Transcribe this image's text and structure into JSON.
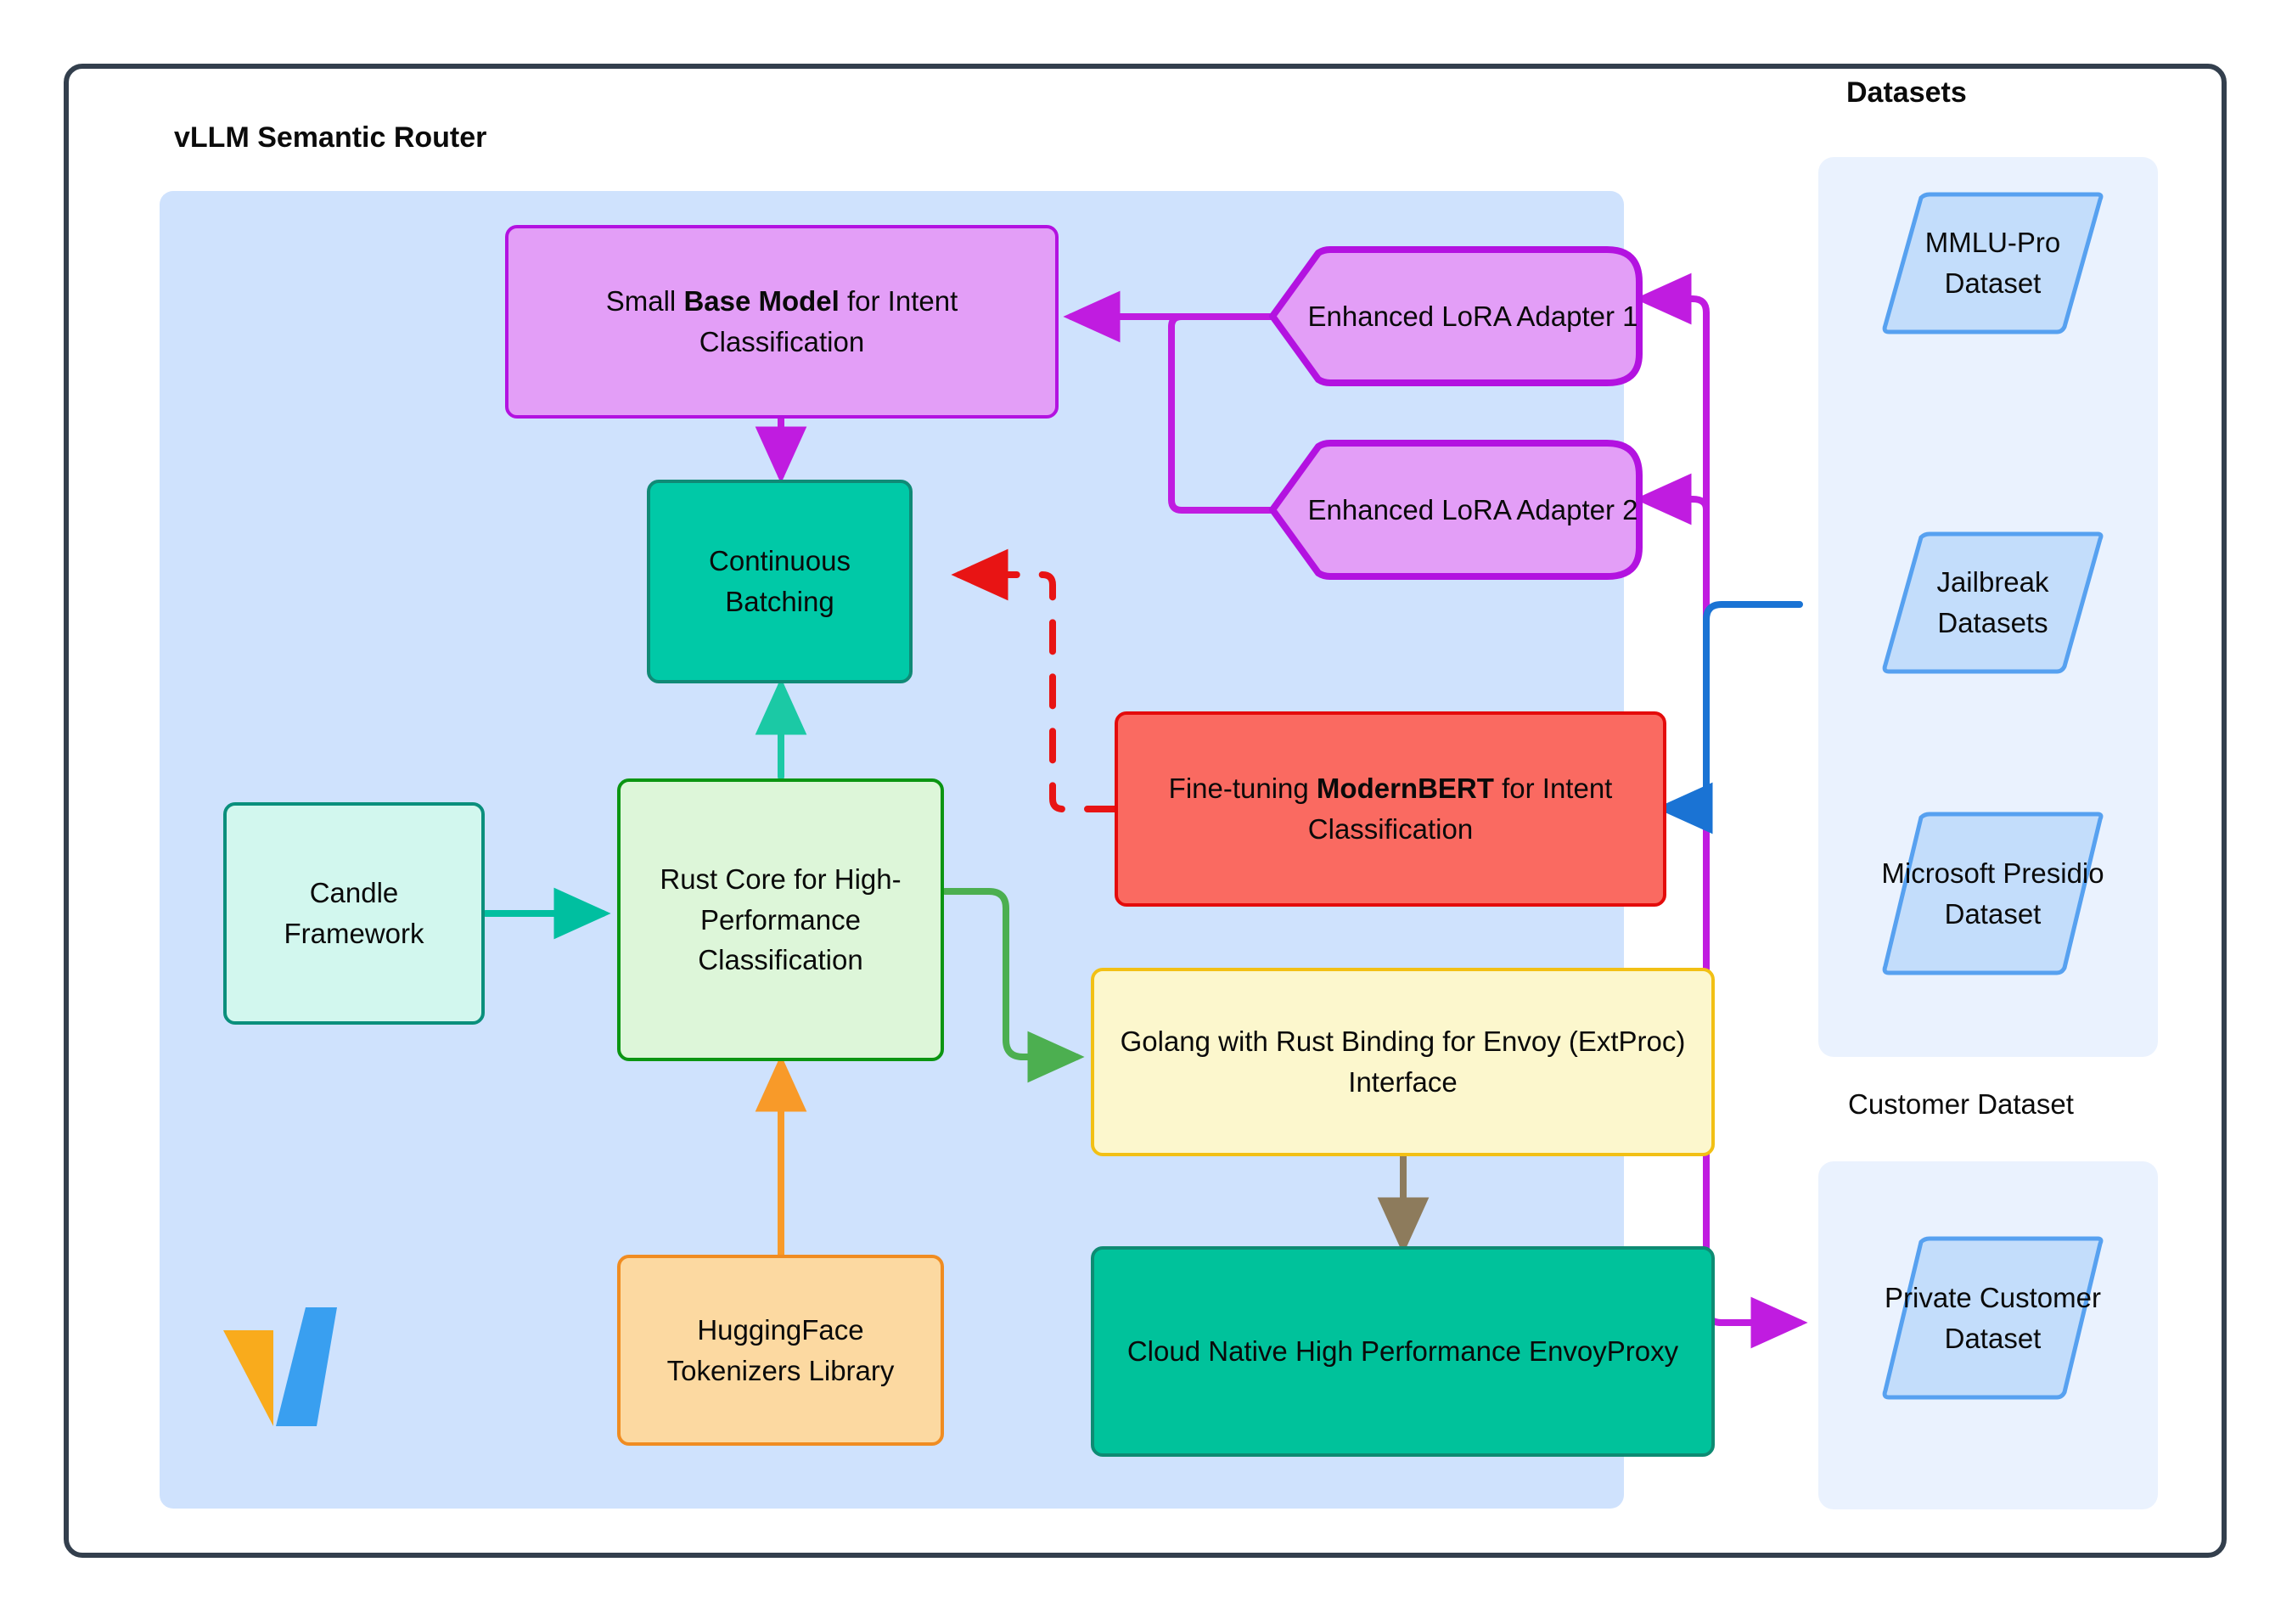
{
  "diagram": {
    "type": "architecture-flowchart",
    "outer_border_color": "#333f4d",
    "router_group": {
      "title": "vLLM Semantic Router",
      "background": "#cfe2fd"
    },
    "datasets_group": {
      "title": "Datasets",
      "background": "#eaf2fe"
    },
    "customer_group": {
      "title": "Customer Dataset",
      "background": "#eaf2fe"
    }
  },
  "nodes": {
    "base_model": {
      "text_before": "Small ",
      "text_bold": "Base Model",
      "text_after": " for Intent Classification",
      "fill": "#e39ef7",
      "stroke": "#b312e0"
    },
    "lora_1": {
      "label": "Enhanced LoRA Adapter 1",
      "fill": "#e39ef7",
      "stroke": "#b312e0"
    },
    "lora_2": {
      "label": "Enhanced LoRA Adapter 2",
      "fill": "#e39ef7",
      "stroke": "#b312e0"
    },
    "continuous_batching": {
      "label": "Continuous Batching",
      "fill": "#00c9a7",
      "stroke": "#108a76"
    },
    "candle_framework": {
      "label": "Candle Framework",
      "fill": "#d2f7ee",
      "stroke": "#0a8f7c"
    },
    "rust_core": {
      "label": "Rust Core for High-Performance Classification",
      "fill": "#ddf6d9",
      "stroke": "#0b9512"
    },
    "huggingface_tokenizers": {
      "label": "HuggingFace Tokenizers Library",
      "fill": "#fcd9a1",
      "stroke": "#f08c21"
    },
    "modernbert": {
      "text_before": "Fine-tuning ",
      "text_bold": "ModernBERT",
      "text_after": " for Intent Classification",
      "fill": "#fa6a61",
      "stroke": "#e40b0b"
    },
    "golang_extproc": {
      "label": "Golang with Rust Binding for Envoy (ExtProc) Interface",
      "fill": "#fcf7cd",
      "stroke": "#f2c014"
    },
    "envoy_proxy": {
      "label": "Cloud Native High Performance EnvoyProxy",
      "fill": "#00c29b",
      "stroke": "#0e8b73"
    }
  },
  "datasets": {
    "fill": "#c3ddfb",
    "stroke": "#57a1f0",
    "items": [
      {
        "label": "MMLU-Pro Dataset"
      },
      {
        "label": "Jailbreak Datasets"
      },
      {
        "label": "Microsoft Presidio Dataset"
      }
    ],
    "customer_items": [
      {
        "label": "Private Customer Dataset"
      }
    ]
  },
  "edges": [
    {
      "from": "lora_1",
      "to": "base_model",
      "color": "#c01ce0",
      "style": "solid"
    },
    {
      "from": "lora_2",
      "to": "base_model",
      "color": "#c01ce0",
      "style": "solid"
    },
    {
      "from": "base_model",
      "to": "continuous_batching",
      "color": "#c01ce0",
      "style": "solid"
    },
    {
      "from": "modernbert",
      "to": "continuous_batching",
      "color": "#e81414",
      "style": "dashed"
    },
    {
      "from": "candle_framework",
      "to": "rust_core",
      "color": "#00bfa0",
      "style": "solid"
    },
    {
      "from": "rust_core",
      "to": "continuous_batching",
      "color": "#1bc9a5",
      "style": "solid"
    },
    {
      "from": "huggingface_tokenizers",
      "to": "rust_core",
      "color": "#f89a29",
      "style": "solid"
    },
    {
      "from": "rust_core",
      "to": "golang_extproc",
      "color": "#4caf50",
      "style": "solid"
    },
    {
      "from": "golang_extproc",
      "to": "envoy_proxy",
      "color": "#8d7b5c",
      "style": "solid"
    },
    {
      "from": "jailbreak_datasets",
      "to": "modernbert",
      "color": "#1a73d4",
      "style": "solid"
    },
    {
      "from": "datasets",
      "to": "lora_1",
      "color": "#c01ce0",
      "style": "solid"
    },
    {
      "from": "datasets",
      "to": "lora_2",
      "color": "#c01ce0",
      "style": "solid"
    },
    {
      "from": "envoy_proxy",
      "to": "private_customer_dataset",
      "color": "#c01ce0",
      "style": "solid"
    }
  ],
  "logo": {
    "name": "vllm-logo",
    "left_color": "#f9ab1c",
    "right_color": "#399ff0"
  }
}
